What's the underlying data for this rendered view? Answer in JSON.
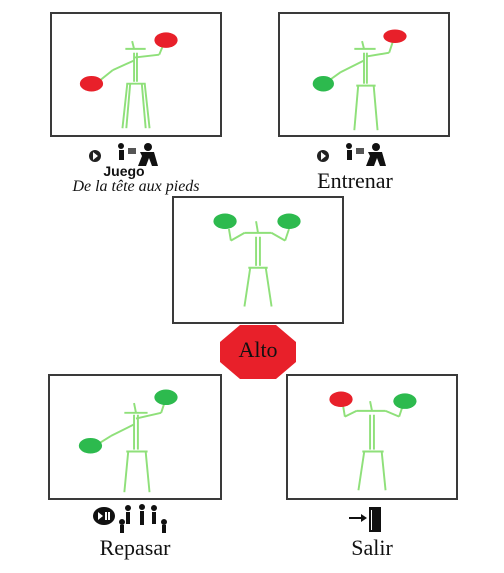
{
  "menu": {
    "game": {
      "label": "Juego",
      "subtitle": "De la tête aux pieds"
    },
    "train": {
      "label": "Entrenar"
    },
    "stop": {
      "label": "Alto"
    },
    "review": {
      "label": "Repasar"
    },
    "exit": {
      "label": "Salir"
    }
  },
  "colors": {
    "figure": "#8fe07a",
    "active_ball": "#e8202a",
    "done_ball": "#2dba4e",
    "stop_sign": "#e8202a",
    "frame": "#3a3a3a"
  },
  "icons": {
    "game": [
      "play-icon",
      "person-figures-icon"
    ],
    "train": [
      "play-icon",
      "person-figures-icon"
    ],
    "review": [
      "play-pause-icon",
      "people-group-icon"
    ],
    "exit": [
      "exit-door-icon"
    ]
  }
}
